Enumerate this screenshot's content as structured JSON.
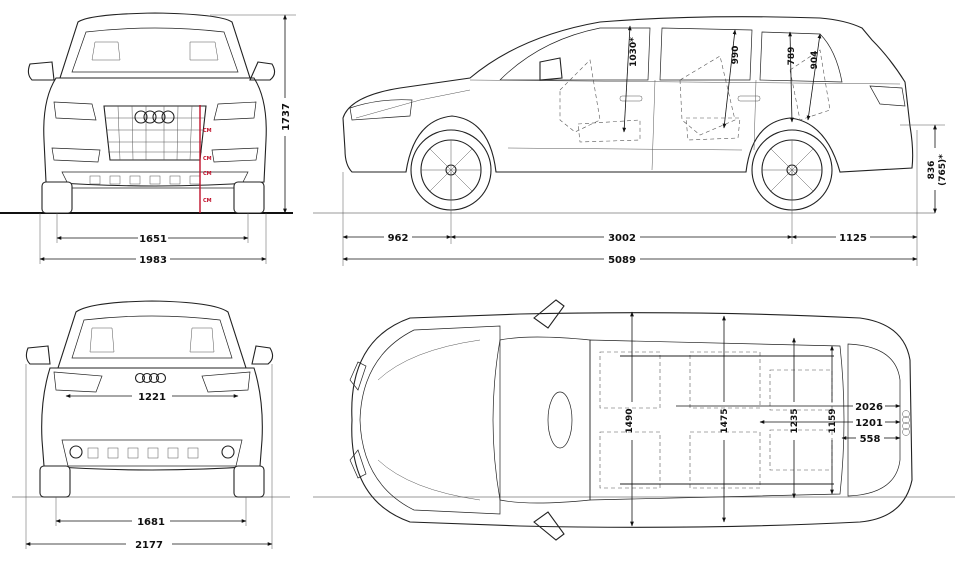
{
  "colors": {
    "line": "#222222",
    "accent": "#c0102a",
    "background": "#ffffff"
  },
  "front_view": {
    "width_track": "1651",
    "width_overall": "1983",
    "height": "1737",
    "marker_labels": [
      "CM",
      "CM",
      "CM",
      "CM"
    ]
  },
  "side_view": {
    "front_overhang": "962",
    "wheelbase": "3002",
    "rear_overhang": "1125",
    "length": "5089",
    "headroom_front": "1030*",
    "headroom_second": "990",
    "headroom_third": "789",
    "headroom_rear": "904",
    "loading_height": "836",
    "loading_height_alt": "(765)*"
  },
  "rear_view": {
    "inner_width": "1221",
    "track_rear": "1681",
    "width_mirrors": "2177"
  },
  "top_view": {
    "cabin_width_front": "1490",
    "cabin_width_second": "1475",
    "cabin_width_third": "1235",
    "load_width": "1159",
    "load_length_max": "2026",
    "load_length_mid": "1201",
    "load_length_min": "558"
  }
}
